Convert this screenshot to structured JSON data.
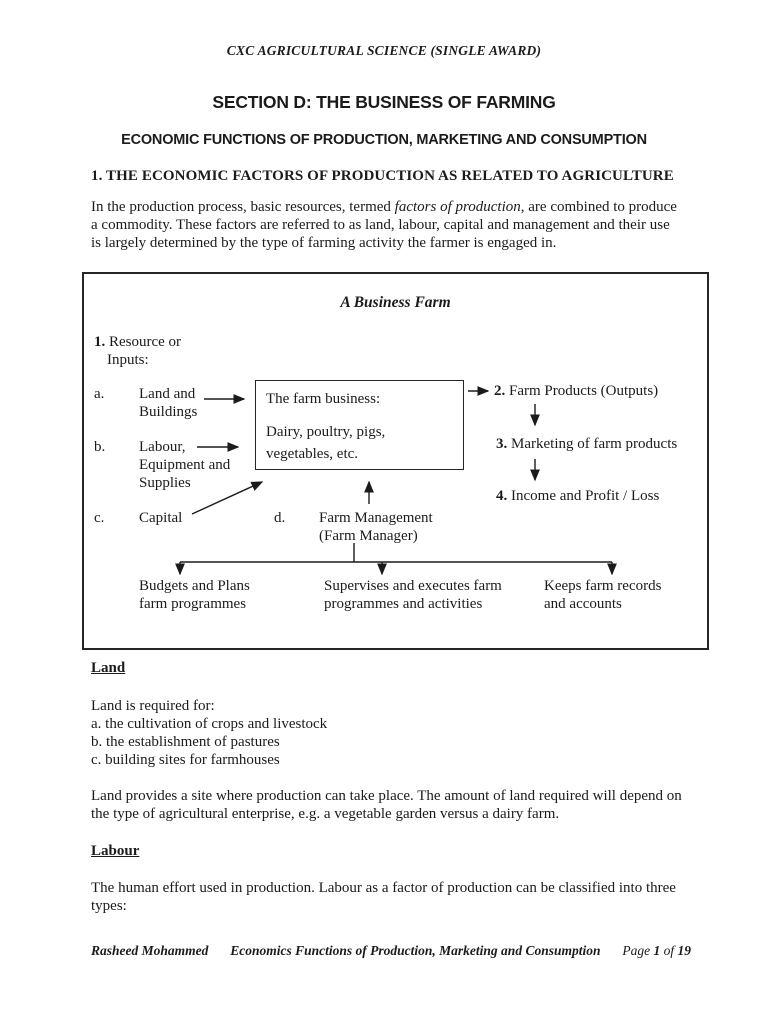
{
  "page": {
    "header": "CXC AGRICULTURAL SCIENCE (SINGLE AWARD)",
    "section_title": "SECTION D: THE BUSINESS OF FARMING",
    "subtitle": "ECONOMIC FUNCTIONS OF PRODUCTION, MARKETING AND CONSUMPTION",
    "heading1": "1. THE ECONOMIC FACTORS OF PRODUCTION AS RELATED TO AGRICULTURE",
    "intro": {
      "pre": "In the production process, basic resources, termed ",
      "italic": "factors of production",
      "post": ", are combined to produce a commodity. These factors are referred to as land, labour, capital and management and their use is largely determined by the type of farming activity the farmer is engaged in."
    }
  },
  "diagram": {
    "title": "A Business Farm",
    "resource": {
      "num": "1.",
      "rest": " Resource or",
      "line2": "Inputs:"
    },
    "inputs": [
      {
        "letter": "a.",
        "text": "Land and\nBuildings"
      },
      {
        "letter": "b.",
        "text": "Labour,\nEquipment and\nSupplies"
      },
      {
        "letter": "c.",
        "text": "Capital"
      },
      {
        "letter": "d.",
        "text": "Farm Management\n(Farm Manager)"
      }
    ],
    "business_box": {
      "line1": "The farm business:",
      "line2": "Dairy, poultry, pigs,\nvegetables, etc."
    },
    "outputs": [
      {
        "num": "2.",
        "text": " Farm Products (Outputs)"
      },
      {
        "num": "3.",
        "text": " Marketing of farm products"
      },
      {
        "num": "4.",
        "text": " Income and Profit / Loss"
      }
    ],
    "manager_tasks": [
      "Budgets and Plans\nfarm programmes",
      "Supervises and executes farm\nprogrammes and activities",
      "Keeps farm records\nand accounts"
    ]
  },
  "land": {
    "heading": "Land",
    "intro": "Land is required for:",
    "items": [
      "a. the cultivation of crops and livestock",
      "b. the establishment of pastures",
      "c. building sites for farmhouses"
    ],
    "para": "Land provides a site where production can take place. The amount of land required will depend on the type of agricultural enterprise, e.g. a vegetable garden versus a dairy farm."
  },
  "labour": {
    "heading": "Labour",
    "para": "The human effort used in production. Labour as a factor of production can be classified into three types:"
  },
  "footer": {
    "author": "Rasheed Mohammed",
    "doc_title": "Economics Functions of Production, Marketing and Consumption",
    "page_word": "Page ",
    "page_num": "1",
    "of_word": " of ",
    "total_pages": "19"
  }
}
